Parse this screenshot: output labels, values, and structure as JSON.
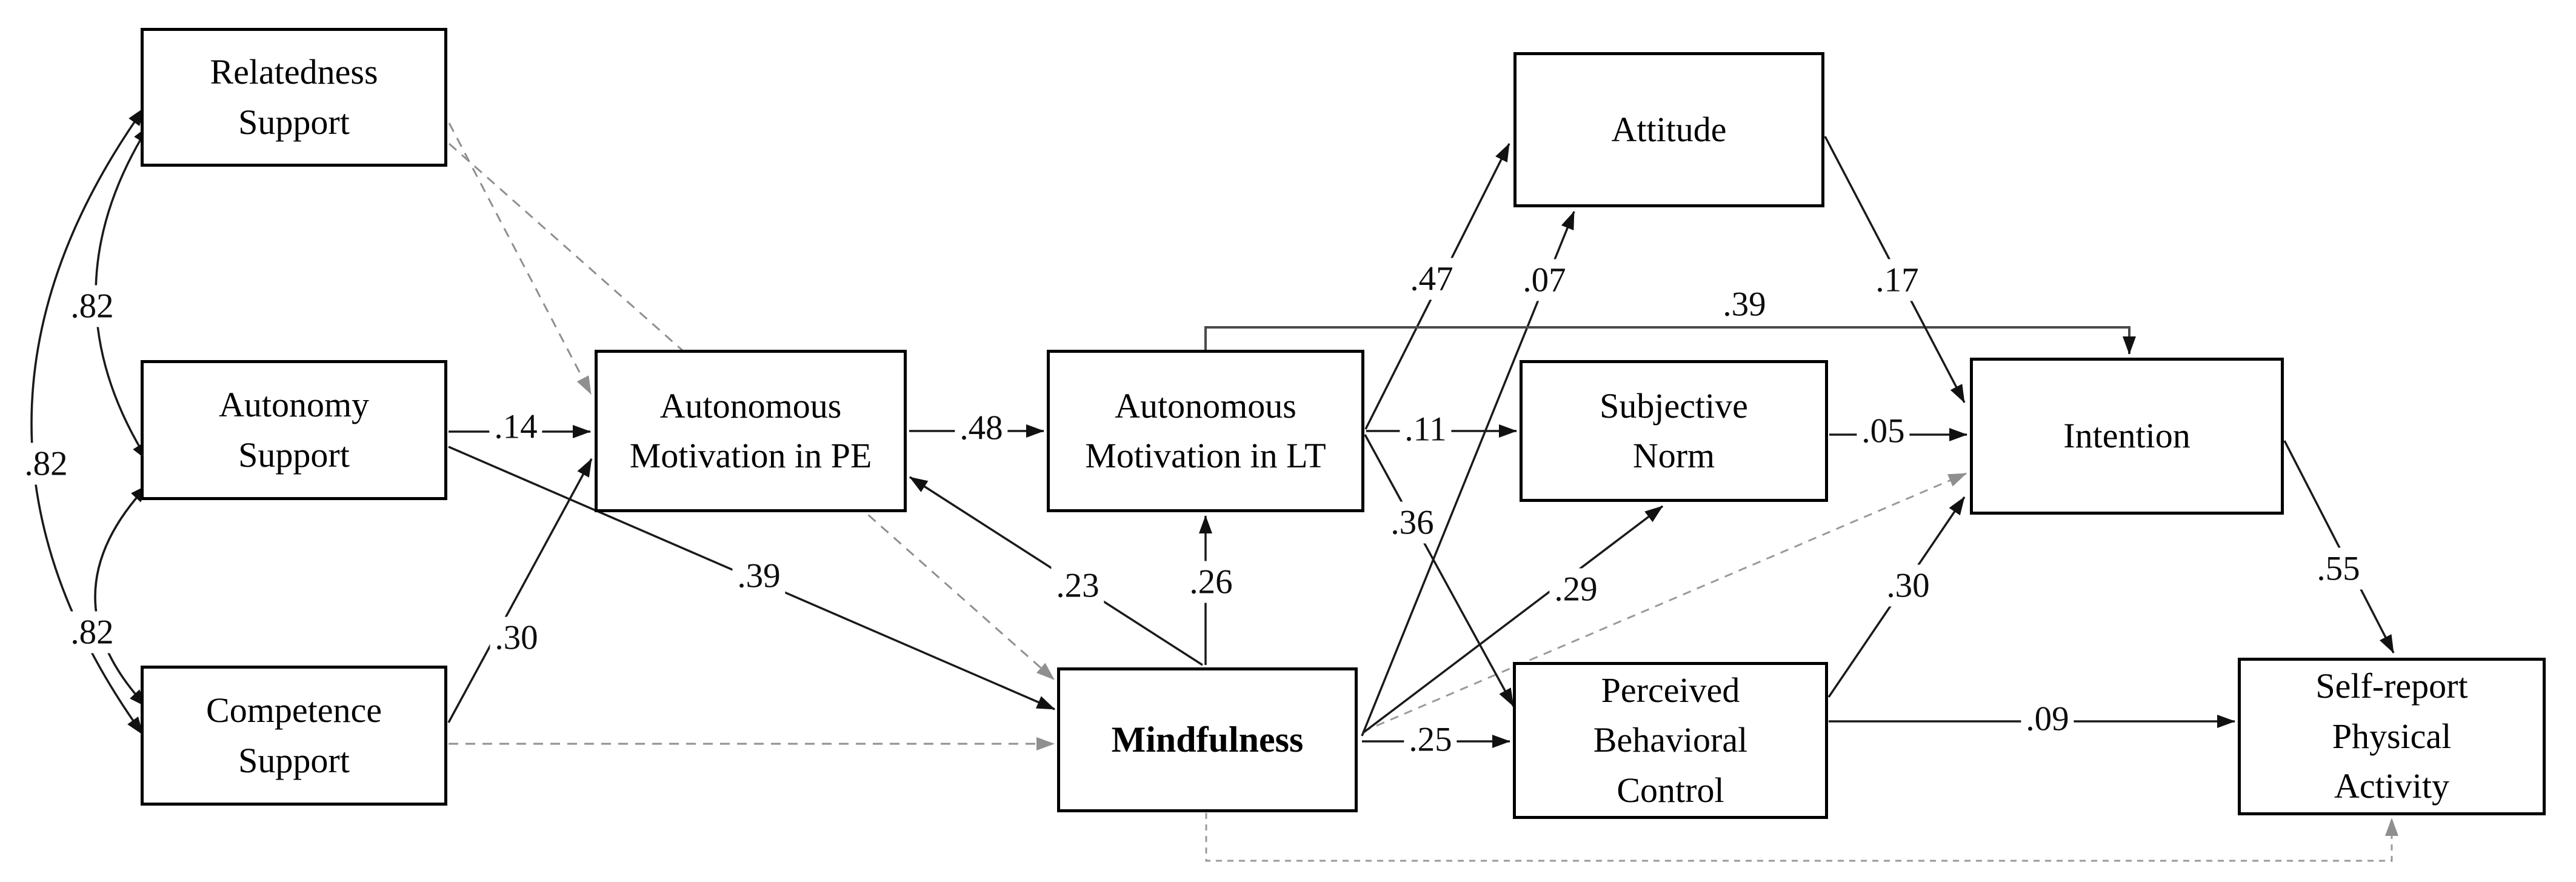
{
  "title": "Path model: need support, mindfulness, autonomous motivation and theory of planned behavior predicting physical activity",
  "colors": {
    "background": "#ffffff",
    "box_border": "#000000",
    "significant_path": "#1a1a1a",
    "nonsignificant_path": "#8f8f8f",
    "text": "#000000"
  },
  "nodes": {
    "rs": {
      "label": "Relatedness Support"
    },
    "as": {
      "label": "Autonomy Support"
    },
    "cs": {
      "label": "Competence Support"
    },
    "ampe": {
      "label": "Autonomous Motivation in PE"
    },
    "amlt": {
      "label": "Autonomous Motivation in LT"
    },
    "mind": {
      "label": "Mindfulness"
    },
    "att": {
      "label": "Attitude"
    },
    "sn": {
      "label": "Subjective Norm"
    },
    "pbc": {
      "label": "Perceived Behavioral Control"
    },
    "int": {
      "label": "Intention"
    },
    "srpa": {
      "label": "Self-report Physical Activity"
    }
  },
  "edges": {
    "rs_as": {
      "from": "Relatedness Support",
      "to": "Autonomy Support",
      "label": ".82",
      "style": "correlation"
    },
    "as_cs": {
      "from": "Autonomy Support",
      "to": "Competence Support",
      "label": ".82",
      "style": "correlation"
    },
    "rs_cs": {
      "from": "Relatedness Support",
      "to": "Competence Support",
      "label": ".82",
      "style": "correlation"
    },
    "as_ampe": {
      "from": "Autonomy Support",
      "to": "Autonomous Motivation in PE",
      "label": ".14",
      "style": "solid"
    },
    "cs_ampe": {
      "from": "Competence Support",
      "to": "Autonomous Motivation in PE",
      "label": ".30",
      "style": "solid"
    },
    "as_mind": {
      "from": "Autonomy Support",
      "to": "Mindfulness",
      "label": ".39",
      "style": "solid"
    },
    "rs_ampe": {
      "from": "Relatedness Support",
      "to": "Autonomous Motivation in PE",
      "label": "",
      "style": "dashed-gray"
    },
    "rs_mind": {
      "from": "Relatedness Support",
      "to": "Mindfulness",
      "label": "",
      "style": "dashed-gray"
    },
    "cs_mind": {
      "from": "Competence Support",
      "to": "Mindfulness",
      "label": "",
      "style": "dashed-gray"
    },
    "ampe_amlt": {
      "from": "Autonomous Motivation in PE",
      "to": "Autonomous Motivation in LT",
      "label": ".48",
      "style": "solid"
    },
    "mind_ampe": {
      "from": "Mindfulness",
      "to": "Autonomous Motivation in PE",
      "label": ".23",
      "style": "solid"
    },
    "mind_amlt": {
      "from": "Mindfulness",
      "to": "Autonomous Motivation in LT",
      "label": ".26",
      "style": "solid"
    },
    "amlt_att": {
      "from": "Autonomous Motivation in LT",
      "to": "Attitude",
      "label": ".47",
      "style": "solid"
    },
    "mind_att": {
      "from": "Mindfulness",
      "to": "Attitude",
      "label": ".07",
      "style": "solid"
    },
    "amlt_sn": {
      "from": "Autonomous Motivation in LT",
      "to": "Subjective Norm",
      "label": ".11",
      "style": "solid"
    },
    "amlt_pbc": {
      "from": "Autonomous Motivation in LT",
      "to": "Perceived Behavioral Control",
      "label": ".36",
      "style": "solid"
    },
    "mind_sn": {
      "from": "Mindfulness",
      "to": "Subjective Norm",
      "label": ".29",
      "style": "solid"
    },
    "mind_pbc": {
      "from": "Mindfulness",
      "to": "Perceived Behavioral Control",
      "label": ".25",
      "style": "solid"
    },
    "amlt_int": {
      "from": "Autonomous Motivation in LT",
      "to": "Intention",
      "label": ".39",
      "style": "solid"
    },
    "att_int": {
      "from": "Attitude",
      "to": "Intention",
      "label": ".17",
      "style": "solid"
    },
    "sn_int": {
      "from": "Subjective Norm",
      "to": "Intention",
      "label": ".05",
      "style": "solid"
    },
    "pbc_int": {
      "from": "Perceived Behavioral Control",
      "to": "Intention",
      "label": ".30",
      "style": "solid"
    },
    "int_srpa": {
      "from": "Intention",
      "to": "Self-report Physical Activity",
      "label": ".55",
      "style": "solid"
    },
    "pbc_srpa": {
      "from": "Perceived Behavioral Control",
      "to": "Self-report Physical Activity",
      "label": ".09",
      "style": "solid"
    },
    "mind_int": {
      "from": "Mindfulness",
      "to": "Intention",
      "label": "",
      "style": "dashed-gray"
    },
    "mind_srpa": {
      "from": "Mindfulness",
      "to": "Self-report Physical Activity",
      "label": "",
      "style": "dashed-gray"
    }
  }
}
